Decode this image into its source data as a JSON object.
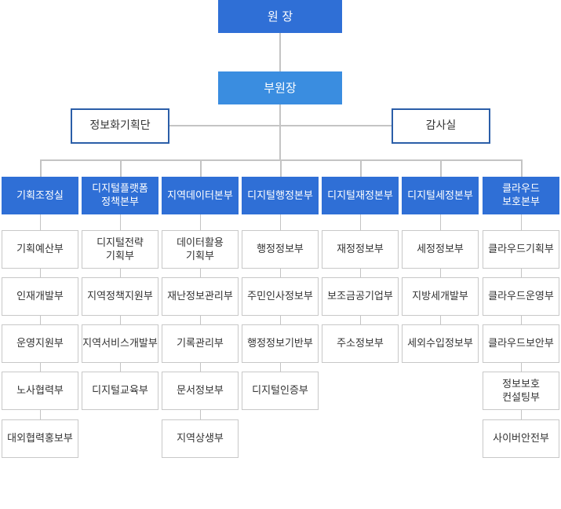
{
  "top": {
    "director": "원 장",
    "deputy": "부원장"
  },
  "side": {
    "left": "정보화기획단",
    "right": "감사실"
  },
  "columns": [
    {
      "hq": "기획조정실",
      "depts": [
        "기획예산부",
        "인재개발부",
        "운영지원부",
        "노사협력부",
        "대외협력홍보부"
      ]
    },
    {
      "hq": "디지털플랫폼\n정책본부",
      "depts": [
        "디지털전략\n기획부",
        "지역정책지원부",
        "지역서비스개발부",
        "디지털교육부"
      ]
    },
    {
      "hq": "지역데이터본부",
      "depts": [
        "데이터활용\n기획부",
        "재난정보관리부",
        "기록관리부",
        "문서정보부",
        "지역상생부"
      ]
    },
    {
      "hq": "디지털행정본부",
      "depts": [
        "행정정보부",
        "주민인사정보부",
        "행정정보기반부",
        "디지털인증부"
      ]
    },
    {
      "hq": "디지털재정본부",
      "depts": [
        "재정정보부",
        "보조금공기업부",
        "주소정보부"
      ]
    },
    {
      "hq": "디지털세정본부",
      "depts": [
        "세정정보부",
        "지방세개발부",
        "세외수입정보부"
      ]
    },
    {
      "hq": "클라우드\n보호본부",
      "depts": [
        "클라우드기획부",
        "클라우드운영부",
        "클라우드보안부",
        "정보보호\n컨설팅부",
        "사이버안전부"
      ]
    }
  ]
}
